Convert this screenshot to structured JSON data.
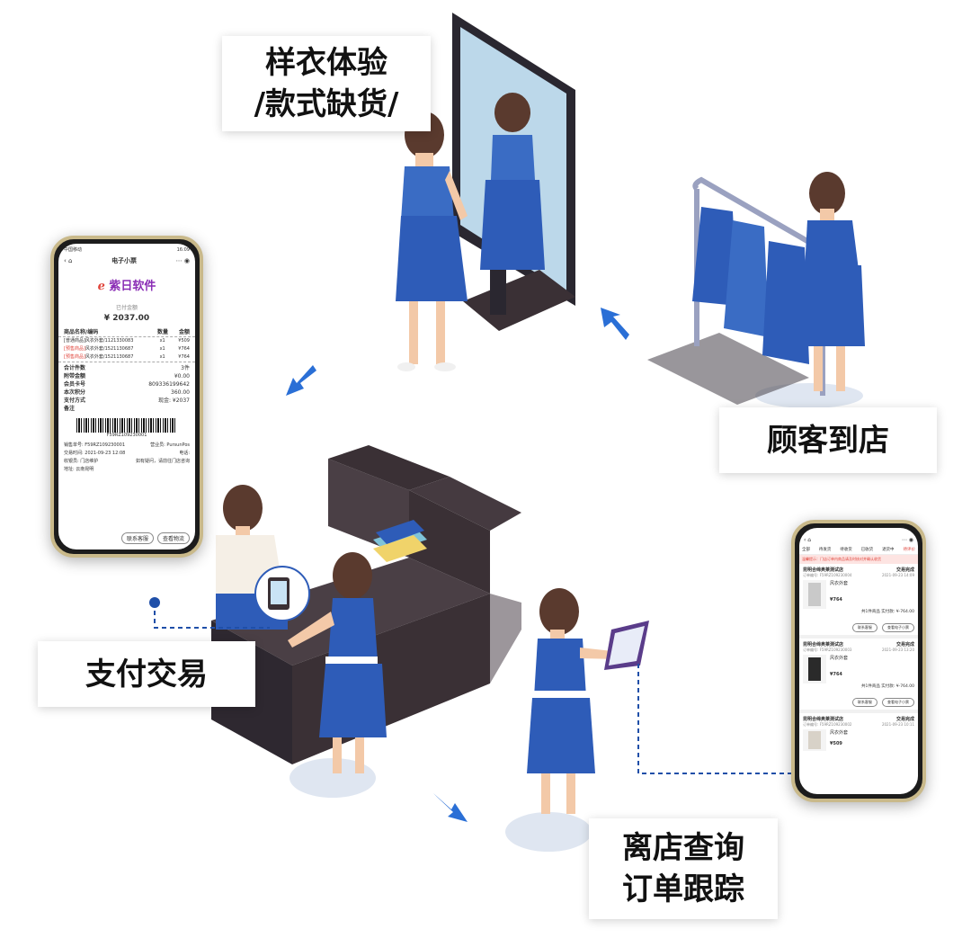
{
  "labels": {
    "try_on_line1": "样衣体验",
    "try_on_line2": "/款式缺货/",
    "arrive": "顾客到店",
    "payment": "支付交易",
    "leave_line1": "离店查询",
    "leave_line2": "订单跟踪"
  },
  "receipt_phone": {
    "status_left": "中国移动",
    "status_right": "16:09",
    "title": "电子小票",
    "brand": "紫日软件",
    "paid_label": "已付金额",
    "paid_amount": "¥ 2037.00",
    "col_name": "商品名称/编码",
    "col_qty": "数量",
    "col_amount": "金额",
    "items": [
      {
        "tag": "[普通商品]",
        "name": "风衣外套/1121330083",
        "qty": "x1",
        "amount": "¥509"
      },
      {
        "tag": "[预售商品]",
        "name": "风衣外套/1521130687",
        "qty": "x1",
        "amount": "¥764"
      },
      {
        "tag": "[预售商品]",
        "name": "风衣外套/1521130687",
        "qty": "x1",
        "amount": "¥764"
      }
    ],
    "summary": [
      {
        "k": "合计件数",
        "v": "3件"
      },
      {
        "k": "附带金额",
        "v": "¥0.00"
      },
      {
        "k": "会员卡号",
        "v": "809336199642"
      },
      {
        "k": "本次积分",
        "v": "360.00"
      },
      {
        "k": "支付方式",
        "v": "现金: ¥2037"
      },
      {
        "k": "备注",
        "v": ""
      }
    ],
    "barcode_number": "F59RZ109230001",
    "footer": [
      {
        "k": "销售单号: F59RZ109230001",
        "v": "营业员: PursunPos"
      },
      {
        "k": "交易时间: 2021-09-23 12:08",
        "v": "电话:"
      },
      {
        "k": "收银员: 门店维护",
        "v": "如有疑问，请前往门店咨询"
      },
      {
        "k": "地址: 云南昆明",
        "v": ""
      }
    ],
    "btn_contact": "联系客服",
    "btn_logistics": "查看物流"
  },
  "orders_phone": {
    "tabs": [
      "全部",
      "待发货",
      "待收货",
      "已收货",
      "退货中",
      "待评价"
    ],
    "notice": "温馨提示：门店订单内商品请及时核对并确认收货",
    "orders": [
      {
        "shop": "昆明合缔奥莱测试店",
        "status": "交易完成",
        "order_no": "订单编号: F59RZ109230004",
        "date": "2021-09-23 14:09",
        "product": "风衣外套",
        "price": "¥764",
        "total": "共1件商品 实付款: ¥-764.00",
        "color": "#c9c9c9"
      },
      {
        "shop": "昆明合缔奥莱测试店",
        "status": "交易完成",
        "order_no": "订单编号: F59RZ109230003",
        "date": "2021-09-23 13:20",
        "product": "风衣外套",
        "price": "¥764",
        "total": "共1件商品 实付款: ¥-764.00",
        "color": "#2a2a2a"
      },
      {
        "shop": "昆明合缔奥莱测试店",
        "status": "交易完成",
        "order_no": "订单编号: F59RZ109230002",
        "date": "2021-09-23 10:11",
        "product": "风衣外套",
        "price": "¥509",
        "total": "",
        "color": "#d8d2c8"
      }
    ],
    "btn_contact": "联系客服",
    "btn_receipt": "查看电子小票"
  },
  "colors": {
    "dress_blue": "#2e5cb8",
    "arrow_blue": "#2a6fd6",
    "counter_dark": "#3a3035",
    "accent_red": "#e0443b"
  }
}
